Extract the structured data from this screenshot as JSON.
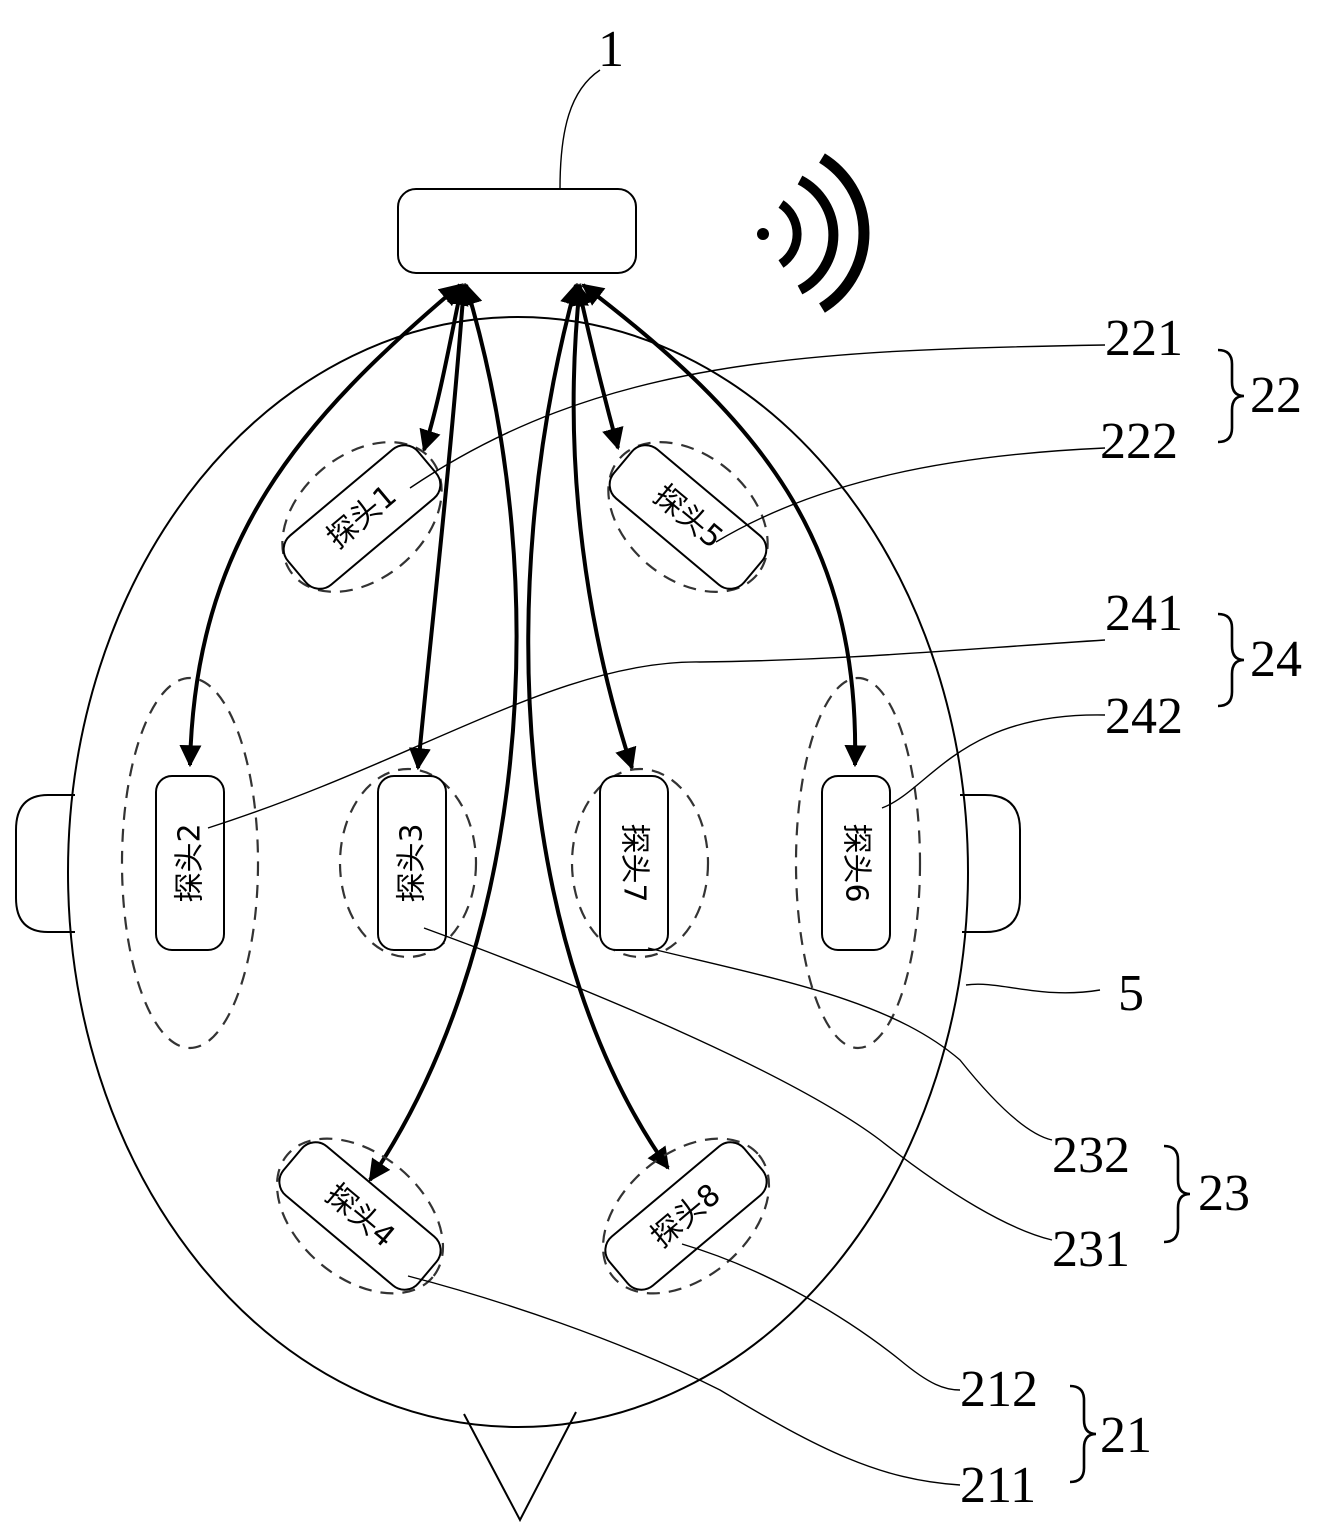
{
  "references": {
    "r1": "1",
    "r5": "5",
    "r21": "21",
    "r211": "211",
    "r212": "212",
    "r22": "22",
    "r221": "221",
    "r222": "222",
    "r23": "23",
    "r231": "231",
    "r232": "232",
    "r24": "24",
    "r241": "241",
    "r242": "242"
  },
  "probes": [
    {
      "id": "p1",
      "label": "探头1"
    },
    {
      "id": "p2",
      "label": "探头2"
    },
    {
      "id": "p3",
      "label": "探头3"
    },
    {
      "id": "p4",
      "label": "探头4"
    },
    {
      "id": "p5",
      "label": "探头5"
    },
    {
      "id": "p6",
      "label": "探头6"
    },
    {
      "id": "p7",
      "label": "探头7"
    },
    {
      "id": "p8",
      "label": "探头8"
    }
  ],
  "icons": {
    "wireless": "wireless-signal-icon"
  }
}
